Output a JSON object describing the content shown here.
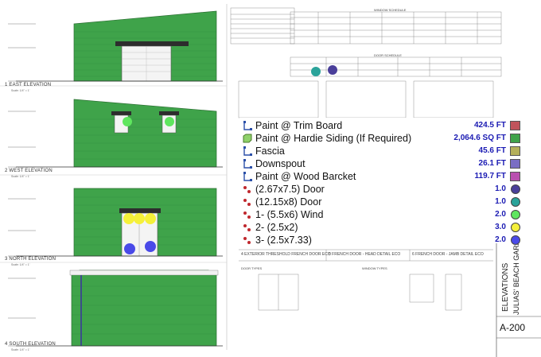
{
  "elevations": [
    {
      "number": "1",
      "title": "EAST ELEVATION",
      "scale": "Scale: 1/4\" = 1'"
    },
    {
      "number": "2",
      "title": "WEST ELEVATION",
      "scale": "Scale: 1/4\" = 1'"
    },
    {
      "number": "3",
      "title": "NORTH ELEVATION",
      "scale": "Scale: 1/4\" = 1'"
    },
    {
      "number": "4",
      "title": "SOUTH ELEVATION",
      "scale": "Scale: 1/4\" = 1'"
    }
  ],
  "schedules": {
    "window_schedule": "WINDOW SCHEDULE",
    "door_schedule": "DOOR SCHEDULE",
    "door_types": "DOOR TYPES",
    "window_types": "WINDOW TYPES"
  },
  "details": [
    {
      "number": "4",
      "title": "EXTERIOR THRESHOLD FRENCH DOOR ECO"
    },
    {
      "number": "5",
      "title": "FRENCH DOOR - HEAD DETAIL ECO"
    },
    {
      "number": "6",
      "title": "FRENCH DOOR - JAMB DETAIL ECO"
    }
  ],
  "title_block": {
    "sheet_title": "ELEVATIONS",
    "project": "JULIAS' BEACH GARAGE",
    "sheet_number": "A-200"
  },
  "legend": [
    {
      "label": "Paint @ Trim Board",
      "value": "424.5 FT",
      "icon": "linear-measure-icon",
      "color": "#c0545c",
      "marker": "swatch"
    },
    {
      "label": "Paint @ Hardie Siding (If Required)",
      "value": "2,064.6 SQ FT",
      "icon": "area-measure-icon",
      "color": "#3fa34a",
      "marker": "swatch"
    },
    {
      "label": "Fascia",
      "value": "45.6 FT",
      "icon": "linear-measure-icon",
      "color": "#b5b05a",
      "marker": "swatch"
    },
    {
      "label": "Downspout",
      "value": "26.1 FT",
      "icon": "linear-measure-icon",
      "color": "#7a6ec4",
      "marker": "swatch"
    },
    {
      "label": "Paint @ Wood Barcket",
      "value": "119.7 FT",
      "icon": "linear-measure-icon",
      "color": "#b94fb0",
      "marker": "swatch"
    },
    {
      "label": "(2.67x7.5) Door",
      "value": "1.0",
      "icon": "count-icon",
      "color": "#4a3f9a",
      "marker": "dot"
    },
    {
      "label": "(12.15x8) Door",
      "value": "1.0",
      "icon": "count-icon",
      "color": "#2aa39a",
      "marker": "dot"
    },
    {
      "label": "1- (5.5x6) Wind",
      "value": "2.0",
      "icon": "count-icon",
      "color": "#5fe65f",
      "marker": "dot"
    },
    {
      "label": "2- (2.5x2)",
      "value": "3.0",
      "icon": "count-icon",
      "color": "#f5f03a",
      "marker": "dot"
    },
    {
      "label": "3- (2.5x7.33)",
      "value": "2.0",
      "icon": "count-icon",
      "color": "#4a4ae8",
      "marker": "dot"
    }
  ]
}
